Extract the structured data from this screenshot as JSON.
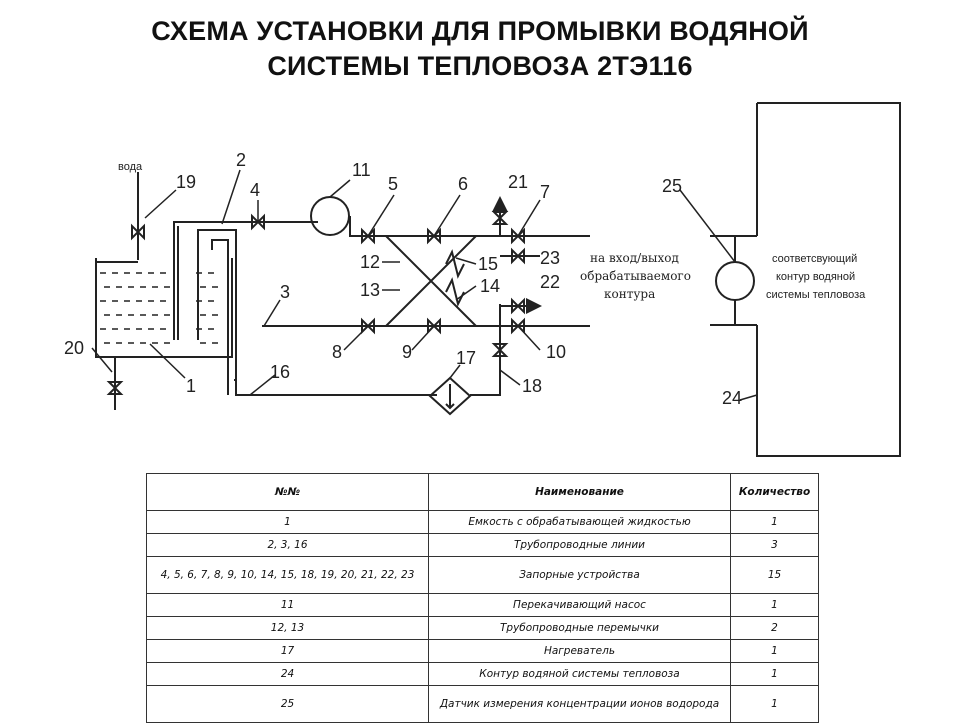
{
  "title": {
    "line1": "СХЕМА  УСТАНОВКИ ДЛЯ ПРОМЫВКИ ВОДЯНОЙ",
    "line2": "СИСТЕМЫ ТЕПЛОВОЗА 2ТЭ116"
  },
  "diagram": {
    "water_label": "вода",
    "callouts": [
      "1",
      "2",
      "3",
      "4",
      "5",
      "6",
      "7",
      "8",
      "9",
      "10",
      "11",
      "12",
      "13",
      "14",
      "15",
      "16",
      "17",
      "18",
      "19",
      "20",
      "21",
      "22",
      "23",
      "24",
      "25"
    ],
    "inlet_outlet_note": [
      "на вход/выход",
      "обрабатываемого",
      "контура"
    ],
    "circuit_note": [
      "соответсвующий",
      "контур водяной",
      "системы тепловоза"
    ]
  },
  "table": {
    "headers": [
      "№№",
      "Наименование",
      "Количество"
    ],
    "rows": [
      {
        "num": "1",
        "name": "Емкость с обрабатывающей жидкостью",
        "qty": "1"
      },
      {
        "num": "2, 3, 16",
        "name": "Трубопроводные линии",
        "qty": "3"
      },
      {
        "num": "4, 5, 6, 7, 8, 9, 10, 14, 15, 18, 19, 20, 21, 22, 23",
        "name": "Запорные устройства",
        "qty": "15"
      },
      {
        "num": "11",
        "name": "Перекачивающий насос",
        "qty": "1"
      },
      {
        "num": "12, 13",
        "name": "Трубопроводные перемычки",
        "qty": "2"
      },
      {
        "num": "17",
        "name": "Нагреватель",
        "qty": "1"
      },
      {
        "num": "24",
        "name": "Контур водяной системы тепловоза",
        "qty": "1"
      },
      {
        "num": "25",
        "name": "Датчик измерения концентрации ионов водорода",
        "qty": "1"
      }
    ]
  }
}
